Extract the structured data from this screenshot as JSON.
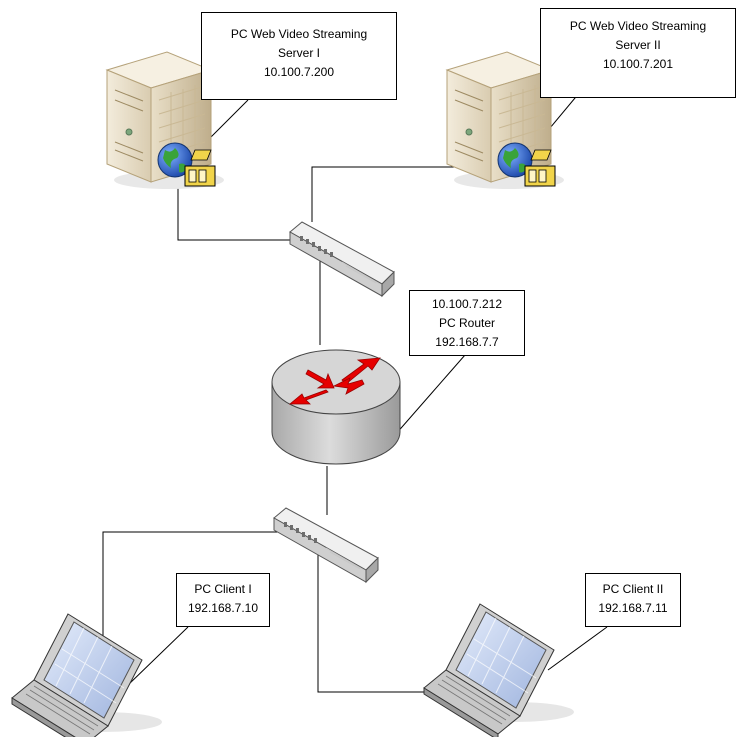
{
  "colors": {
    "line": "#000000",
    "server_body": "#e6dcc6",
    "router_top": "#d4d4d4",
    "router_side": "#bdbdbd",
    "arrow": "#e60000",
    "laptop_screen": "#b9c8e8",
    "globe": "#2a62c9"
  },
  "icons": {
    "server": "web-server-icon",
    "switch": "network-switch-icon",
    "router": "router-icon",
    "laptop": "laptop-icon"
  },
  "server1": {
    "line1": "PC Web Video Streaming",
    "line2": "Server I",
    "ip": "10.100.7.200"
  },
  "server2": {
    "line1": "PC Web Video Streaming",
    "line2": "Server II",
    "ip": "10.100.7.201"
  },
  "router": {
    "ip_external": "10.100.7.212",
    "name": "PC Router",
    "ip_internal": "192.168.7.7"
  },
  "client1": {
    "name": "PC Client I",
    "ip": "192.168.7.10"
  },
  "client2": {
    "name": "PC Client II",
    "ip": "192.168.7.11"
  }
}
